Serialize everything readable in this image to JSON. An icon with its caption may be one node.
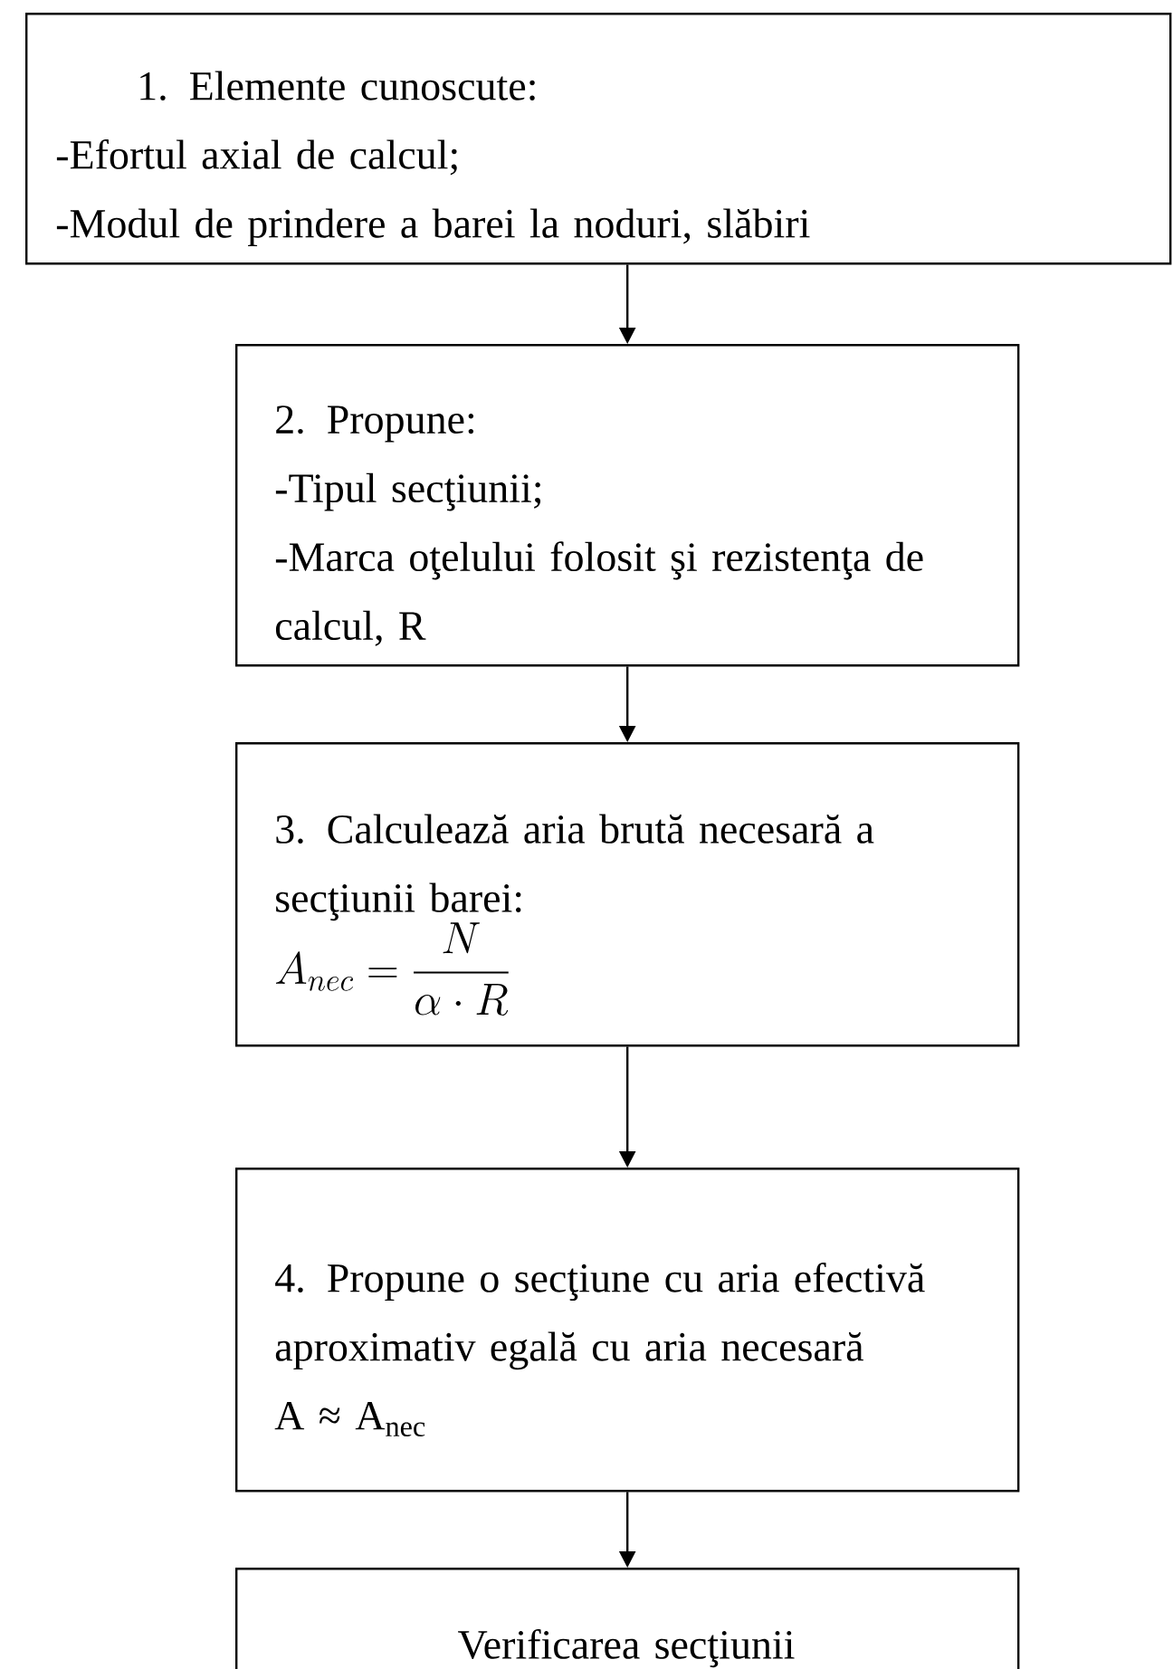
{
  "diagram": {
    "nodes": [
      {
        "text": [
          "1.   Elemente cunoscute:",
          "-Efortul axial de calcul;",
          "-Modul de prindere a barei la noduri, slăbiri"
        ]
      },
      {
        "text": [
          "2. Propune:",
          "-Tipul secţiunii;",
          "-Marca oţelului folosit şi rezistenţa de calcul, R"
        ]
      },
      {
        "text": [
          "3. Calculează aria brută necesară a secţiunii barei:",
          "A_{nec} = \\frac{N}{\\alpha \\cdot R}"
        ]
      },
      {
        "text": [
          "4. Propune o secţiune cu aria efectivă aproximativ egală cu aria necesară",
          "A ≈ A$_{nec}$"
        ]
      },
      {
        "text": [
          "Verificarea secţiunii"
        ]
      }
    ],
    "edges": [
      {
        "from": 0,
        "to": 1,
        "arrow": "to"
      },
      {
        "from": 1,
        "to": 2,
        "arrow": "to"
      },
      {
        "from": 2,
        "to": 3,
        "arrow": "to"
      },
      {
        "from": 3,
        "to": 4,
        "arrow": "to"
      }
    ]
  }
}
